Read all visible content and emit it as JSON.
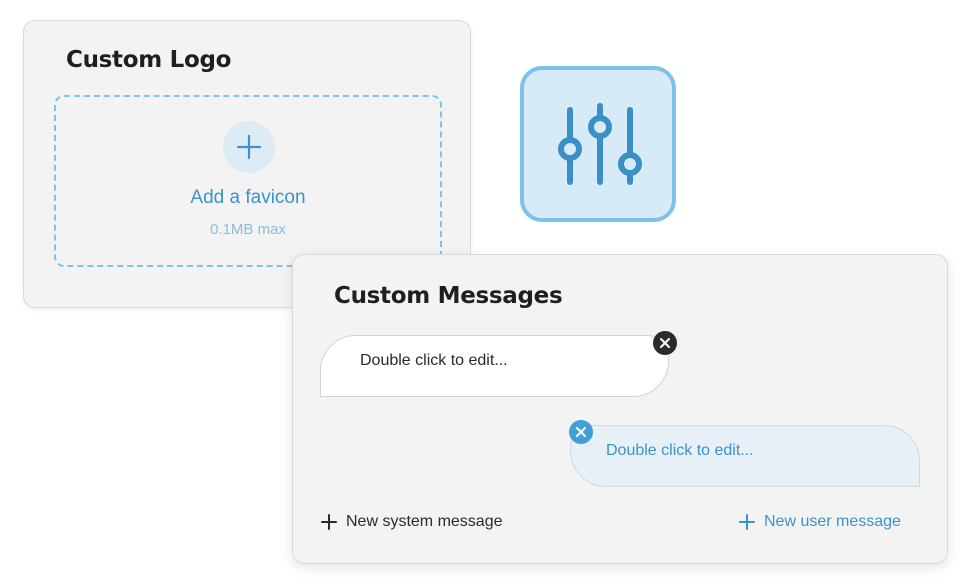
{
  "logo_card": {
    "title": "Custom Logo",
    "add_label": "Add a favicon",
    "size_hint": "0.1MB max"
  },
  "messages_card": {
    "title": "Custom Messages",
    "system_bubble_text": "Double click to edit...",
    "user_bubble_text": "Double click to edit...",
    "new_system_label": "New system message",
    "new_user_label": "New user message"
  },
  "icons": {
    "add": "plus-icon",
    "settings": "sliders-icon",
    "remove_system": "close-icon",
    "remove_user": "close-icon"
  },
  "colors": {
    "accent": "#3b93c9",
    "accent_light": "#d6eaf7",
    "dashed_border": "#7ec4ea",
    "dark": "#2b2b2b"
  }
}
